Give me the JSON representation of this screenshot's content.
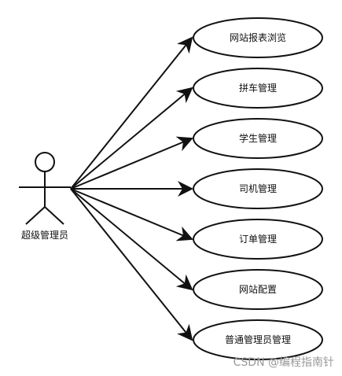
{
  "diagram": {
    "actor": {
      "label": "超级管理员"
    },
    "use_cases": [
      {
        "label": "网站报表浏览"
      },
      {
        "label": "拼车管理"
      },
      {
        "label": "学生管理"
      },
      {
        "label": "司机管理"
      },
      {
        "label": "订单管理"
      },
      {
        "label": "网站配置"
      },
      {
        "label": "普通管理员管理"
      }
    ]
  },
  "watermark": {
    "text": "CSDN @编程指南针"
  }
}
